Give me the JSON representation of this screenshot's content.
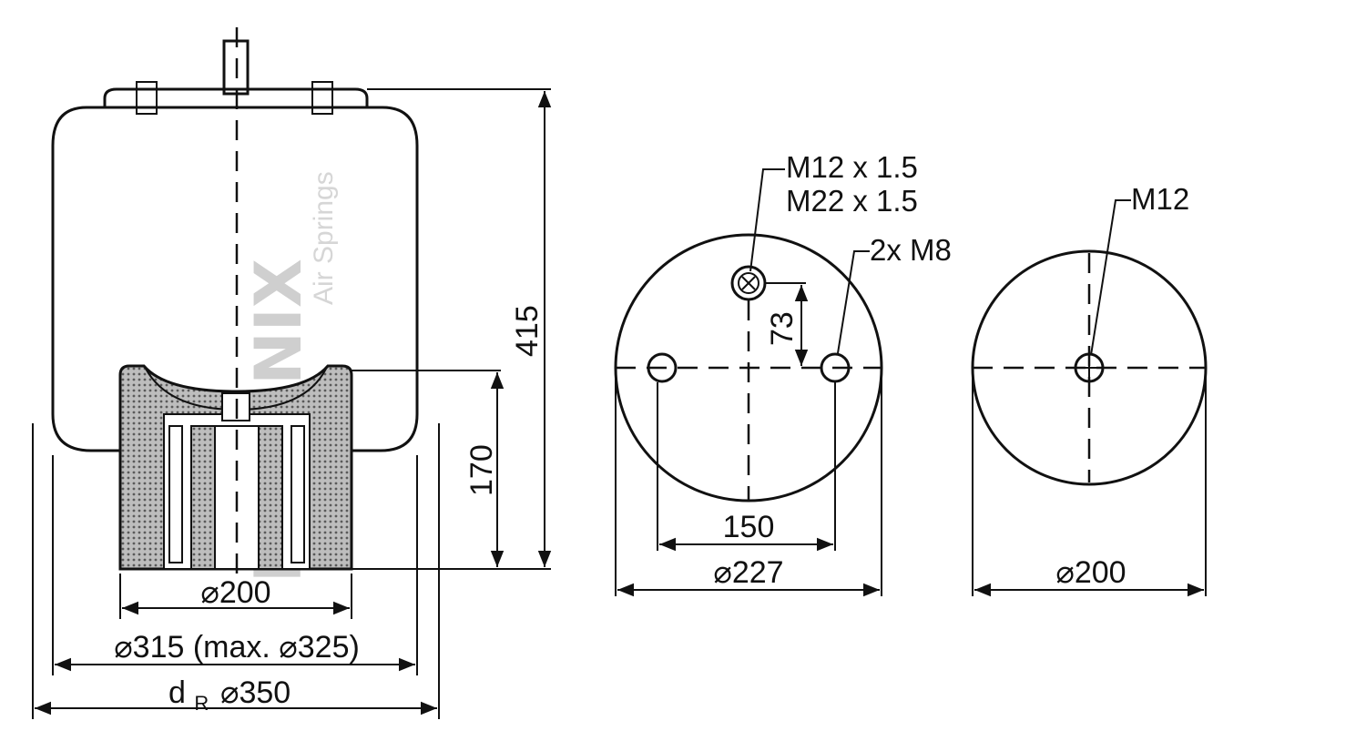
{
  "side_view": {
    "watermark_brand": "PHOENIX",
    "watermark_sub": "Air Springs",
    "dim_height_total": "415",
    "dim_height_piston": "170",
    "dim_piston_diameter": "⌀200",
    "dim_bellow_diameter": "⌀315 (max. ⌀325)",
    "dim_dr_symbol": "d",
    "dim_dr_subscript": "R",
    "dim_dr_value": "⌀350"
  },
  "top_plate_view": {
    "callout_thread_1": "M12 x 1.5",
    "callout_thread_2": "M22 x 1.5",
    "callout_bolts": "2x M8",
    "dim_offset": "73",
    "dim_bolt_spacing": "150",
    "dim_plate_diameter": "⌀227"
  },
  "bottom_view": {
    "callout_thread": "M12",
    "dim_diameter": "⌀200"
  }
}
